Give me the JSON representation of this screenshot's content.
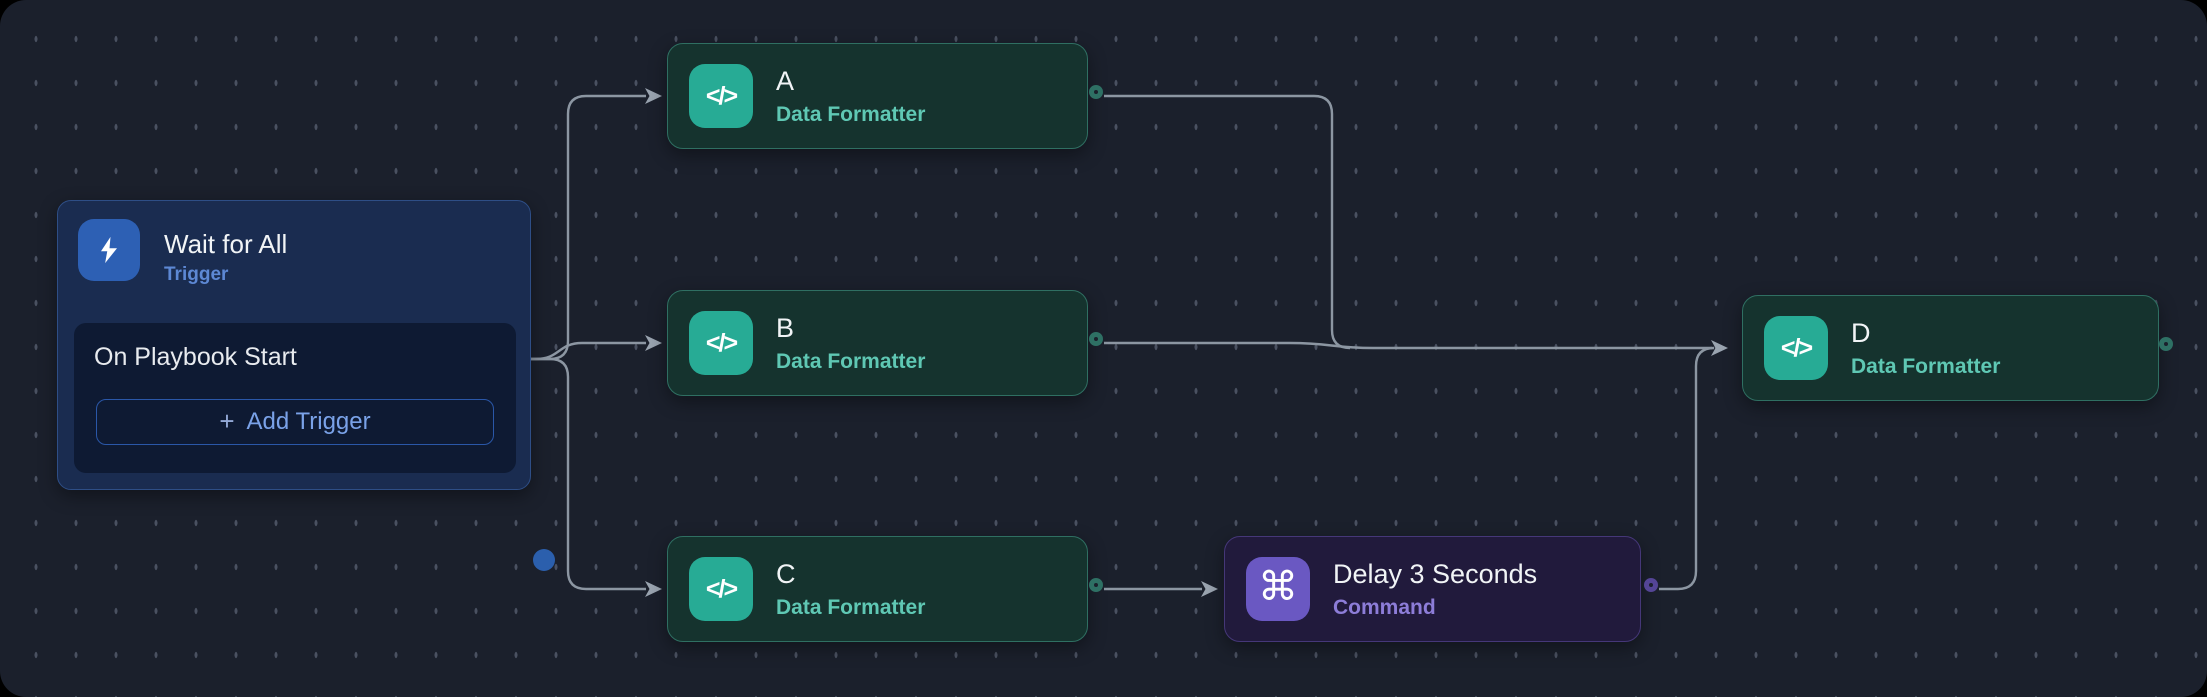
{
  "canvas": {
    "background_color": "#1b202c",
    "grid_dot_color": "#4a5161"
  },
  "trigger": {
    "title": "Wait for All",
    "type_label": "Trigger",
    "event_label": "On Playbook Start",
    "add_button_label": "Add Trigger",
    "add_button_plus": "+",
    "accent_color": "#2d60b4",
    "icon": "lightning-bolt"
  },
  "actions": [
    {
      "title": "A",
      "subtitle": "Data Formatter",
      "kind": "data-formatter",
      "icon_glyph": "</>",
      "icon": "code-icon",
      "accent_color": "#27ab95"
    },
    {
      "title": "B",
      "subtitle": "Data Formatter",
      "kind": "data-formatter",
      "icon_glyph": "</>",
      "icon": "code-icon",
      "accent_color": "#27ab95"
    },
    {
      "title": "C",
      "subtitle": "Data Formatter",
      "kind": "data-formatter",
      "icon_glyph": "</>",
      "icon": "code-icon",
      "accent_color": "#27ab95"
    },
    {
      "title": "Delay 3 Seconds",
      "subtitle": "Command",
      "kind": "command",
      "icon_glyph": "⌘",
      "icon": "command-icon",
      "accent_color": "#6a58c2"
    },
    {
      "title": "D",
      "subtitle": "Data Formatter",
      "kind": "data-formatter",
      "icon_glyph": "</>",
      "icon": "code-icon",
      "accent_color": "#27ab95"
    }
  ],
  "connections": [
    {
      "from": "trigger",
      "to": "A"
    },
    {
      "from": "trigger",
      "to": "B"
    },
    {
      "from": "trigger",
      "to": "C"
    },
    {
      "from": "A",
      "to": "D"
    },
    {
      "from": "B",
      "to": "D"
    },
    {
      "from": "C",
      "to": "Delay 3 Seconds"
    },
    {
      "from": "Delay 3 Seconds",
      "to": "D"
    }
  ],
  "colors": {
    "wire": "#8c96a2",
    "teal_node_bg": "#15332e",
    "teal_node_border": "#2f6f62",
    "teal_subtitle": "#5fc8b4",
    "purple_node_bg": "#211a3c",
    "purple_node_border": "#453778",
    "purple_subtitle": "#8d7dd8",
    "trigger_node_bg": "#1a2c50",
    "trigger_node_border": "#2e4e86",
    "trigger_type_color": "#5d88d4",
    "out_dot_blue": "#2b5fad"
  }
}
